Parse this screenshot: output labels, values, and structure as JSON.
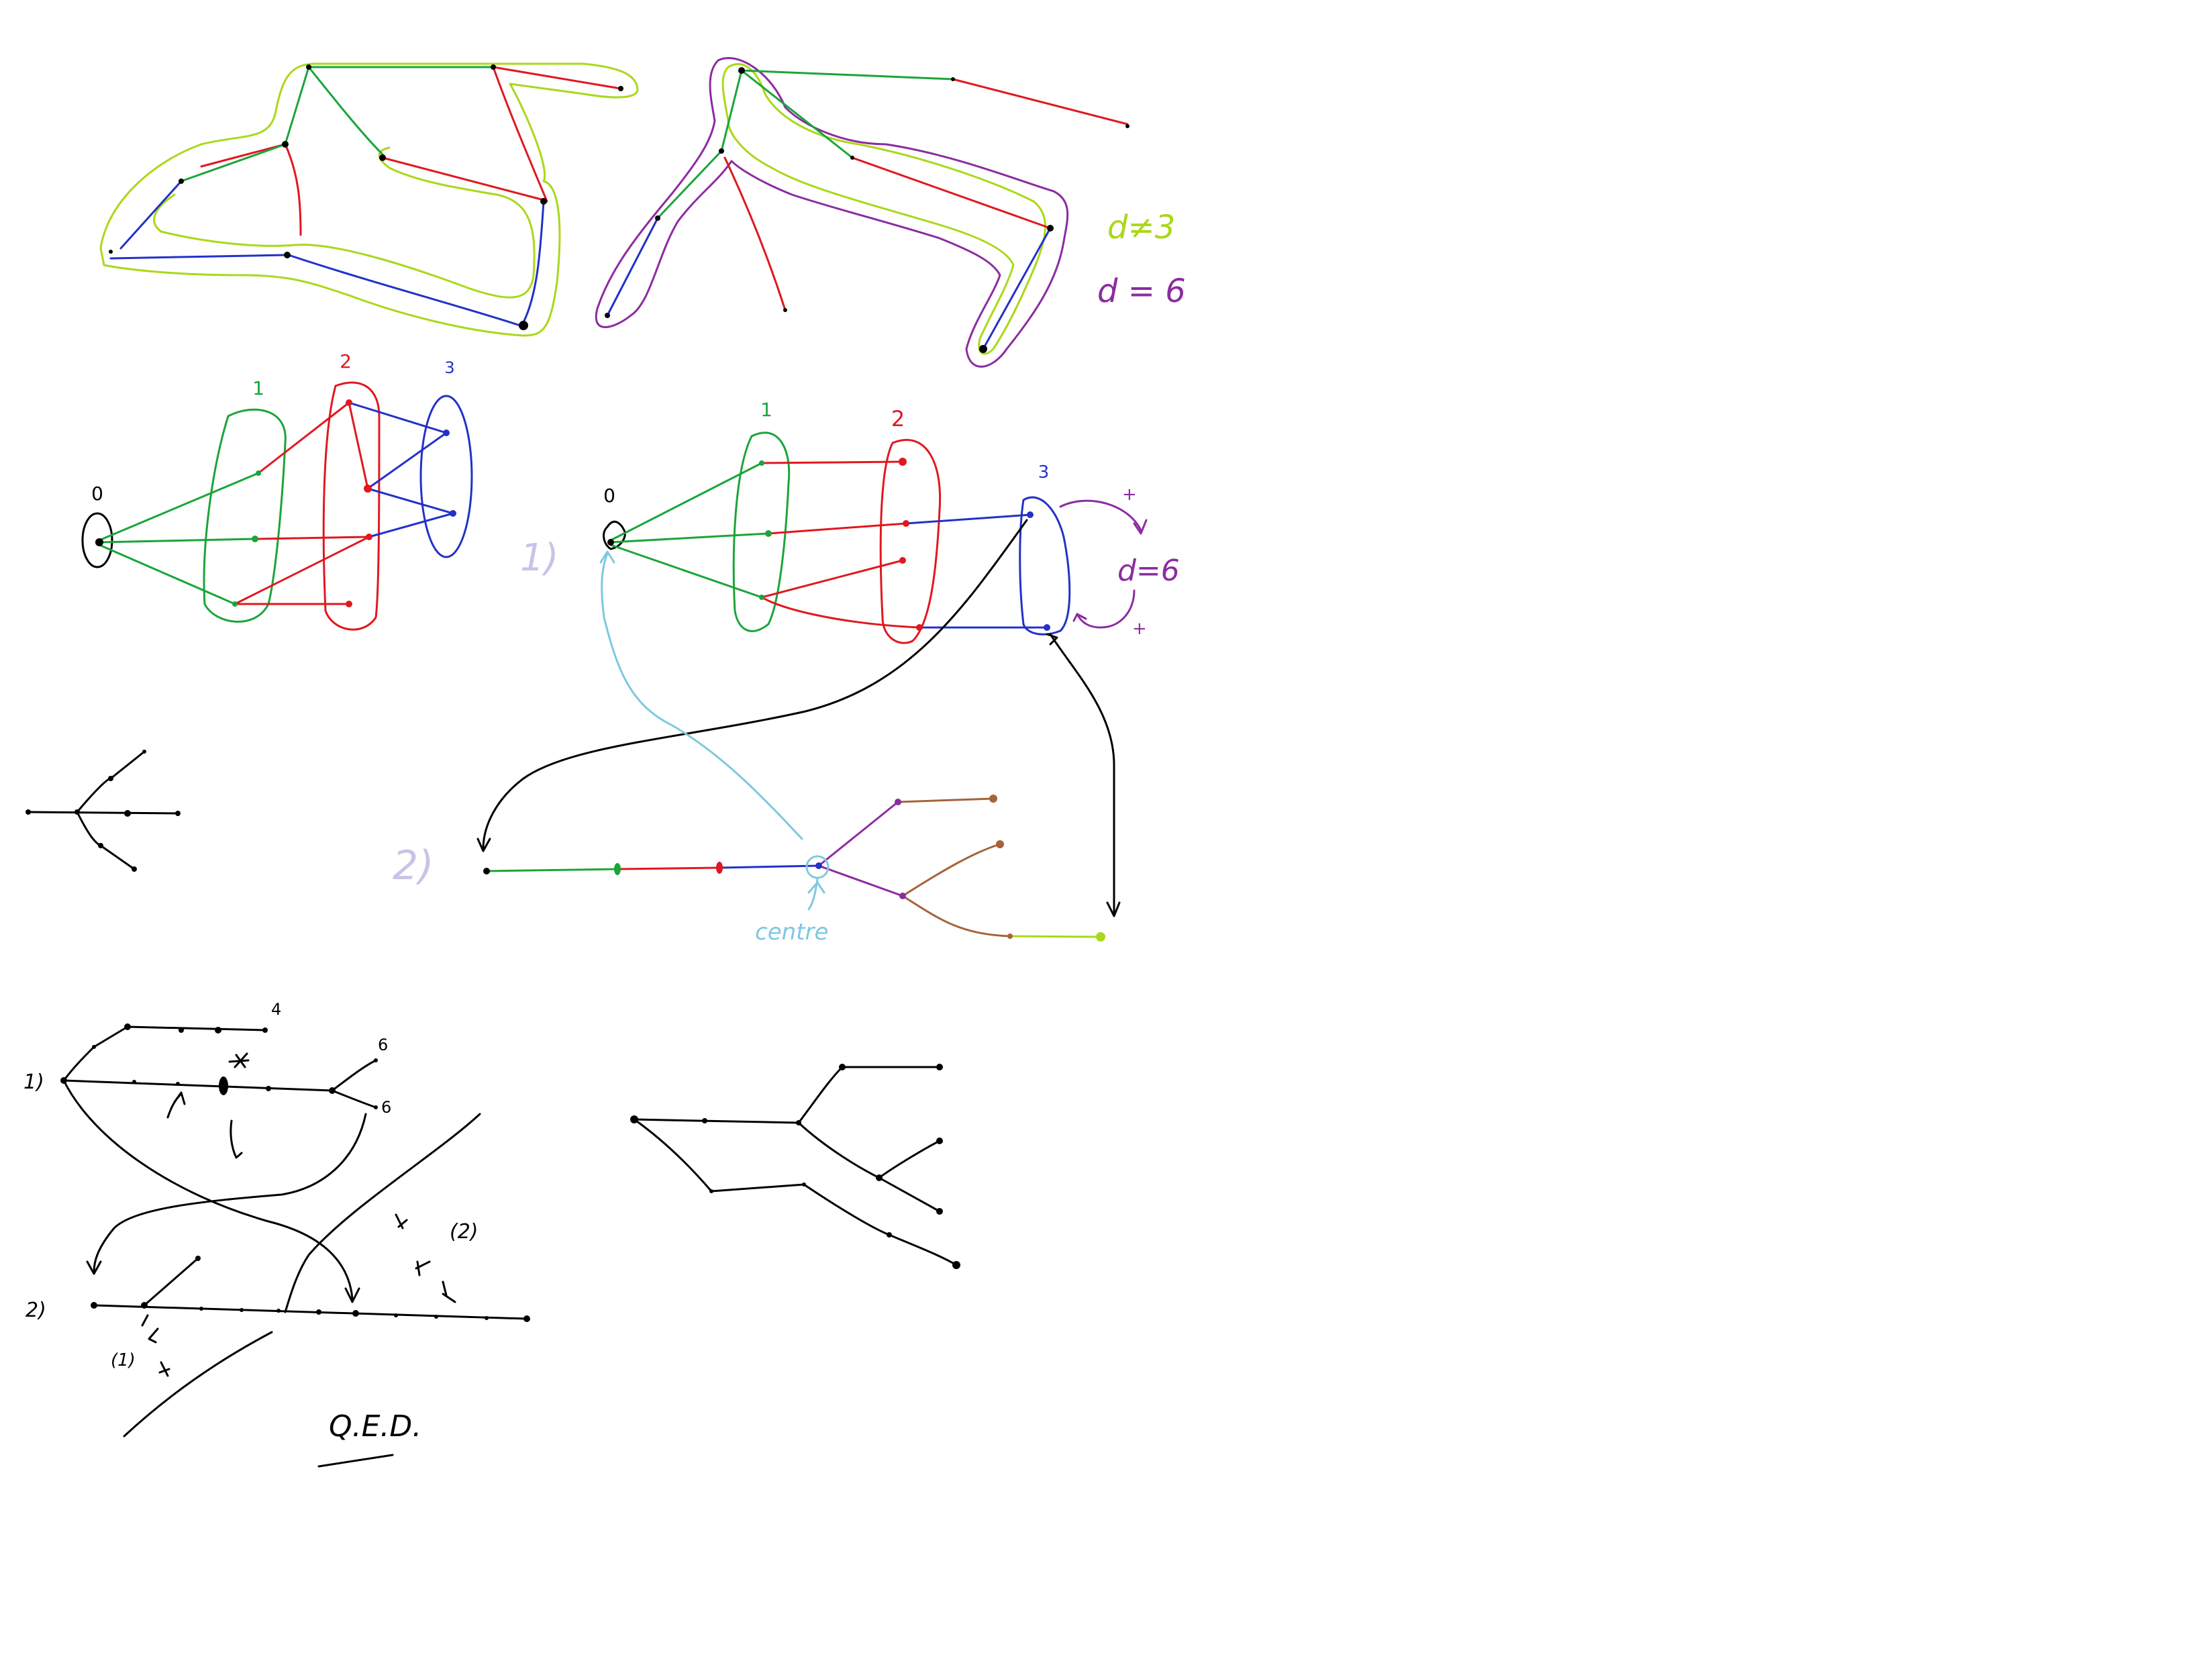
{
  "colors": {
    "green": "#1aa53a",
    "red": "#e0181f",
    "blue": "#2331c8",
    "black": "#000000",
    "lime": "#aad81a",
    "purple": "#8c2ba0",
    "lightblue": "#7fc8e0",
    "lavender": "#c9c3e8",
    "brown": "#a6633a"
  },
  "annotations": {
    "d_not_3": "d≠3",
    "d_eq_6": "d = 6",
    "d_eq_6_layers": "d=6",
    "plus": "+",
    "centre": "centre",
    "case_1": "1)",
    "case_2": "2)",
    "qed": "Q.E.D."
  },
  "layers_left": {
    "layer0": "0",
    "layer1": "1",
    "layer2": "2",
    "layer3": "3"
  },
  "layers_right": {
    "layer0": "0",
    "layer1": "1",
    "layer2": "2",
    "layer3": "3"
  },
  "proof_bottom": {
    "row1_label": "1)",
    "row2_label": "2)",
    "label_4": "4",
    "label_6a": "6",
    "label_6b": "6",
    "label_1_paren": "(1)",
    "label_2_paren": "(2)"
  }
}
